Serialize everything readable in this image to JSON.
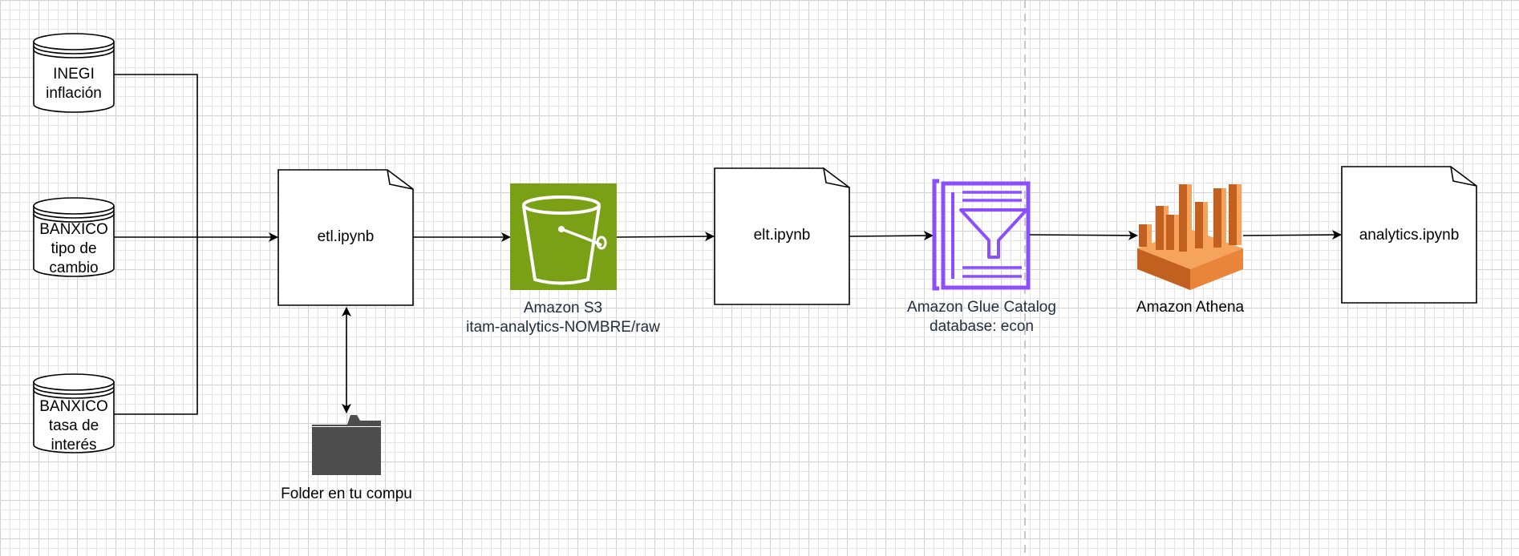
{
  "sources": [
    {
      "line1": "INEGI",
      "line2": "inflación",
      "line3": ""
    },
    {
      "line1": "BANXICO",
      "line2": "tipo de",
      "line3": "cambio"
    },
    {
      "line1": "BANXICO",
      "line2": "tasa de",
      "line3": "interés"
    }
  ],
  "notebooks": {
    "etl": "etl.ipynb",
    "elt": "elt.ipynb",
    "analytics": "analytics.ipynb"
  },
  "folder": {
    "label": "Folder en tu compu",
    "icon": "folder-icon"
  },
  "s3": {
    "title": "Amazon S3",
    "subtitle": "itam-analytics-NOMBRE/raw",
    "icon": "s3-bucket-icon",
    "color": "#7aa116"
  },
  "glue": {
    "title": "Amazon Glue Catalog",
    "subtitle": "database: econ",
    "icon": "glue-catalog-icon",
    "color": "#8c4fff"
  },
  "athena": {
    "title": "Amazon Athena",
    "icon": "athena-icon",
    "colors": {
      "light": "#f6a35c",
      "mid": "#e8853b",
      "dark": "#c2611f"
    }
  },
  "colors": {
    "stroke": "#000000",
    "divider": "#c8c8c8",
    "folder": "#4d4d4d"
  }
}
